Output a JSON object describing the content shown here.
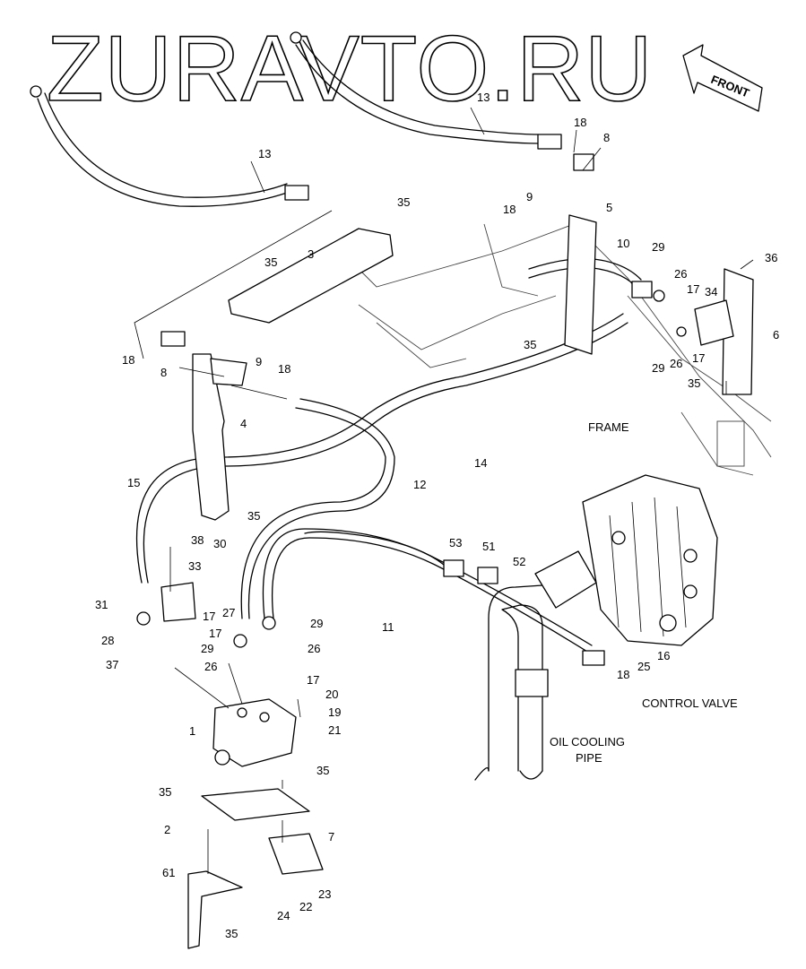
{
  "watermark": "ZURAVTO.RU",
  "front_label": "FRONT",
  "captions": {
    "frame": "FRAME",
    "control_valve": "CONTROL VALVE",
    "oil_cooling_1": "OIL COOLING",
    "oil_cooling_2": "PIPE"
  },
  "callouts": [
    "13",
    "13",
    "18",
    "8",
    "9",
    "18",
    "5",
    "35",
    "3",
    "35",
    "10",
    "29",
    "26",
    "17",
    "34",
    "36",
    "6",
    "18",
    "8",
    "9",
    "18",
    "35",
    "29",
    "26",
    "17",
    "35",
    "4",
    "15",
    "12",
    "14",
    "35",
    "38",
    "30",
    "33",
    "53",
    "51",
    "52",
    "31",
    "17",
    "27",
    "29",
    "28",
    "17",
    "29",
    "26",
    "37",
    "26",
    "17",
    "11",
    "18",
    "25",
    "16",
    "20",
    "19",
    "21",
    "1",
    "35",
    "35",
    "2",
    "7",
    "61",
    "24",
    "22",
    "23",
    "35"
  ]
}
